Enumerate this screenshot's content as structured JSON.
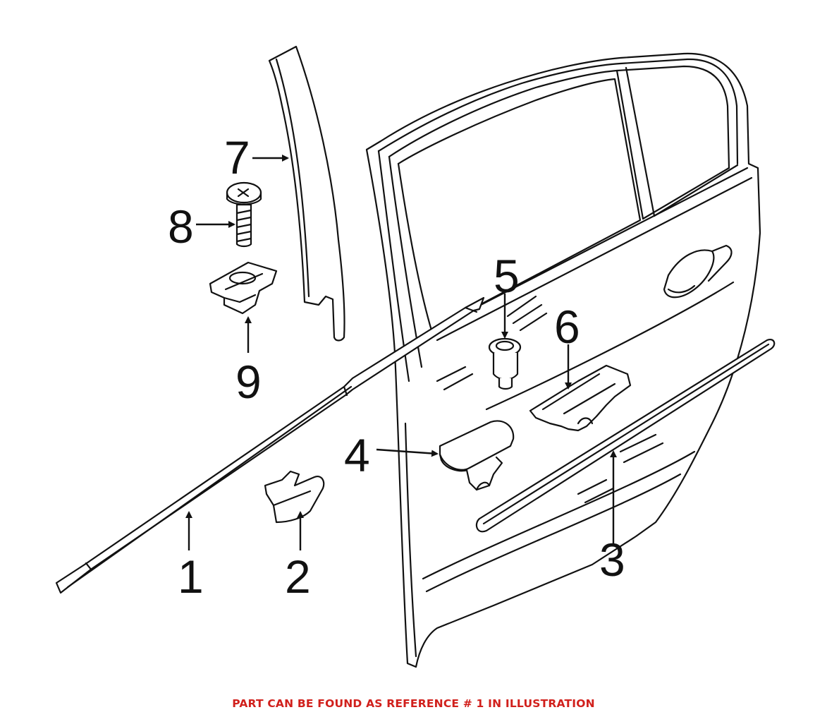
{
  "diagram": {
    "callouts": [
      {
        "id": "1",
        "label": "1"
      },
      {
        "id": "2",
        "label": "2"
      },
      {
        "id": "3",
        "label": "3"
      },
      {
        "id": "4",
        "label": "4"
      },
      {
        "id": "5",
        "label": "5"
      },
      {
        "id": "6",
        "label": "6"
      },
      {
        "id": "7",
        "label": "7"
      },
      {
        "id": "8",
        "label": "8"
      },
      {
        "id": "9",
        "label": "9"
      }
    ]
  },
  "footer": {
    "note": "PART CAN BE FOUND AS REFERENCE # 1 IN ILLUSTRATION",
    "color": "#d1201c"
  },
  "colors": {
    "line": "#111111",
    "background": "#ffffff"
  }
}
